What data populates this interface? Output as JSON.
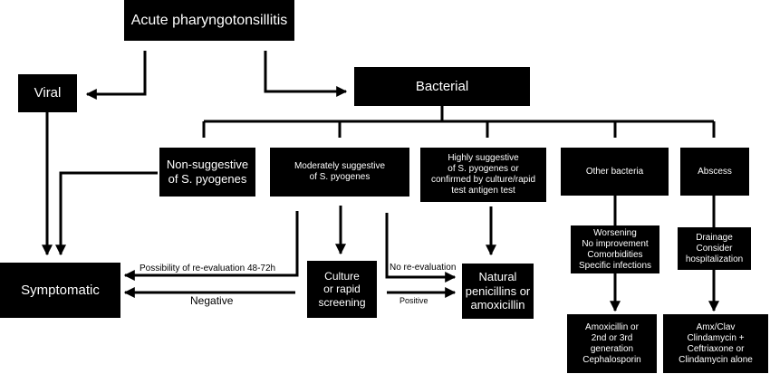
{
  "nodes": {
    "acute": "Acute pharyngotonsillitis",
    "viral": "Viral",
    "bacterial": "Bacterial",
    "symptomatic": "Symptomatic",
    "non_suggestive": "Non-suggestive\nof S. pyogenes",
    "moderately": "Moderately suggestive\nof S. pyogenes",
    "highly": "Highly suggestive\nof S. pyogenes or\nconfirmed by culture/rapid\ntest antigen test",
    "other_bacteria": "Other bacteria",
    "abscess": "Abscess",
    "culture": "Culture\nor rapid\nscreening",
    "natural_penicillins": "Natural\npenicillins or\namoxicillin",
    "worsening": "Worsening\nNo improvement\nComorbidities\nSpecific infections",
    "drainage": "Drainage\nConsider\nhospitalization",
    "amoxicillin_generation": "Amoxicillin or\n2nd or 3rd\ngeneration\nCephalosporin",
    "amx_clav": "Amx/Clav\nClindamycin +\nCeftriaxone or\nClindamycin alone"
  },
  "edge_labels": {
    "reevaluation": "Possibility of re-evaluation 48-72h",
    "negative": "Negative",
    "no_reevaluation": "No re-evaluation",
    "positive": "Positive"
  }
}
